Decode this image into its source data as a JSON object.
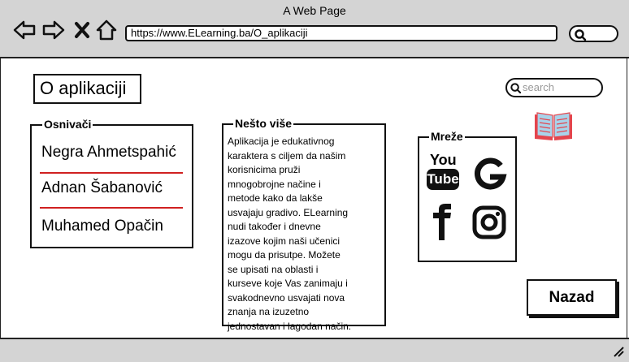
{
  "browser": {
    "title": "A Web Page",
    "url": "https://www.ELearning.ba/O_aplikaciji",
    "nav_icons": [
      "back-arrow-icon",
      "forward-arrow-icon",
      "close-x-icon",
      "home-icon"
    ]
  },
  "page": {
    "title": "O aplikaciji",
    "search_placeholder": "search"
  },
  "founders": {
    "legend": "Osnivači",
    "names": [
      "Negra Ahmetspahić",
      "Adnan Šabanović",
      "Muhamed Opačin"
    ]
  },
  "more": {
    "legend": "Nešto više",
    "lines": [
      "Aplikacija je edukativnog",
      "karaktera s ciljem da našim",
      "korisnicima pruži",
      "mnogobrojne načine i",
      "metode kako da lakše",
      "usvajaju gradivo. ELearning",
      "nudi također i dnevne",
      "izazove kojim naši učenici",
      "mogu da prisutpe.  Možete",
      "se upisati na oblasti i",
      "kurseve koje Vas zanimaju i",
      "svakodnevno usvajati nova",
      "znanja na izuzetno",
      "jednostavan i lagodan način."
    ]
  },
  "networks": {
    "legend": "Mreže",
    "items": [
      {
        "name": "youtube",
        "line1": "You",
        "line2": "Tube"
      },
      {
        "name": "google",
        "glyph": "G"
      },
      {
        "name": "facebook",
        "glyph": "f"
      },
      {
        "name": "instagram"
      }
    ]
  },
  "back_button": "Nazad",
  "colors": {
    "chrome": "#d4d4d4",
    "divider": "#d02020",
    "book": "#e4454d",
    "book_page": "#a9d3ea"
  }
}
